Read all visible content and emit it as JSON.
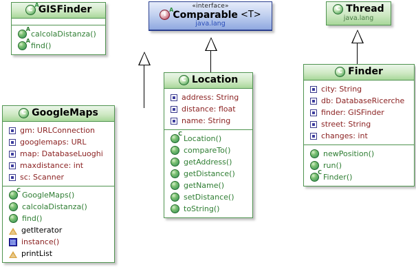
{
  "diagram": {
    "title": "UML Class Diagram",
    "background": "#ffffff",
    "colors": {
      "class_border": "#4f934f",
      "class_header_green": "#a8d79a",
      "interface_border": "#2a3f8f",
      "interface_header_blue": "#8fa8e0",
      "field_text": "#8b2222",
      "method_text": "#2e7d32",
      "package_text": "#4a7a46",
      "connector": "#000000"
    }
  },
  "classes": {
    "gisfinder": {
      "name": "GISFinder",
      "icon": "abstract-class-icon",
      "stereotype": "",
      "package": "",
      "fields": [],
      "methods": [
        {
          "icon": "abstract-method-icon",
          "label": "calcolaDistanza()"
        },
        {
          "icon": "abstract-method-icon",
          "label": "find()"
        }
      ]
    },
    "googlemaps": {
      "name": "GoogleMaps",
      "icon": "class-icon",
      "stereotype": "",
      "package": "",
      "fields": [
        {
          "icon": "private-field-icon",
          "label": "gm: URLConnection"
        },
        {
          "icon": "private-field-icon",
          "label": "googlemaps: URL"
        },
        {
          "icon": "private-field-icon",
          "label": "map: DatabaseLuoghi"
        },
        {
          "icon": "private-field-icon",
          "label": "maxdistance: int"
        },
        {
          "icon": "private-field-icon",
          "label": "sc: Scanner"
        }
      ],
      "methods": [
        {
          "icon": "constructor-icon",
          "label": "GoogleMaps()",
          "style": "method"
        },
        {
          "icon": "public-method-icon",
          "label": "calcolaDistanza()",
          "style": "method"
        },
        {
          "icon": "public-method-icon",
          "label": "find()",
          "style": "method"
        },
        {
          "icon": "triangle-icon",
          "label": "getIterator",
          "style": "plain"
        },
        {
          "icon": "blue-square-icon",
          "label": "instance()",
          "style": "mred"
        },
        {
          "icon": "triangle-icon",
          "label": "printList",
          "style": "plain"
        }
      ]
    },
    "comparable": {
      "name": "Comparable",
      "icon": "abstract-interface-icon",
      "stereotype": "«interface»",
      "generic": "<T>",
      "package": "java.lang",
      "fields": [],
      "methods": []
    },
    "location": {
      "name": "Location",
      "icon": "class-icon",
      "stereotype": "",
      "package": "",
      "fields": [
        {
          "icon": "private-field-icon",
          "label": "address: String"
        },
        {
          "icon": "private-field-icon",
          "label": "distance: float"
        },
        {
          "icon": "private-field-icon",
          "label": "name: String"
        }
      ],
      "methods": [
        {
          "icon": "constructor-icon",
          "label": "Location()",
          "style": "method"
        },
        {
          "icon": "public-method-icon",
          "label": "compareTo()",
          "style": "method"
        },
        {
          "icon": "public-method-icon",
          "label": "getAddress()",
          "style": "method"
        },
        {
          "icon": "public-method-icon",
          "label": "getDistance()",
          "style": "method"
        },
        {
          "icon": "public-method-icon",
          "label": "getName()",
          "style": "method"
        },
        {
          "icon": "public-method-icon",
          "label": "setDistance()",
          "style": "method"
        },
        {
          "icon": "public-method-icon",
          "label": "toString()",
          "style": "method"
        }
      ]
    },
    "thread": {
      "name": "Thread",
      "icon": "class-icon",
      "stereotype": "",
      "package": "java.lang",
      "fields": [],
      "methods": []
    },
    "finder": {
      "name": "Finder",
      "icon": "class-icon",
      "stereotype": "",
      "package": "",
      "fields": [
        {
          "icon": "private-field-icon",
          "label": "city: String"
        },
        {
          "icon": "private-field-icon",
          "label": "db: DatabaseRicerche"
        },
        {
          "icon": "private-field-icon",
          "label": "finder: GISFinder"
        },
        {
          "icon": "private-field-icon",
          "label": "street: String"
        },
        {
          "icon": "private-field-icon",
          "label": "changes: int"
        }
      ],
      "methods": [
        {
          "icon": "public-method-icon",
          "label": "newPosition()",
          "style": "method"
        },
        {
          "icon": "public-method-icon",
          "label": "run()",
          "style": "method"
        },
        {
          "icon": "constructor-icon",
          "label": "Finder()",
          "style": "method"
        }
      ]
    }
  },
  "relationships": [
    {
      "name": "googlemaps-extends-gisfinder",
      "from": "GoogleMaps",
      "to": "GISFinder",
      "type": "generalization"
    },
    {
      "name": "location-implements-comparable",
      "from": "Location",
      "to": "Comparable",
      "type": "realization"
    },
    {
      "name": "finder-extends-thread",
      "from": "Finder",
      "to": "Thread",
      "type": "generalization"
    }
  ]
}
